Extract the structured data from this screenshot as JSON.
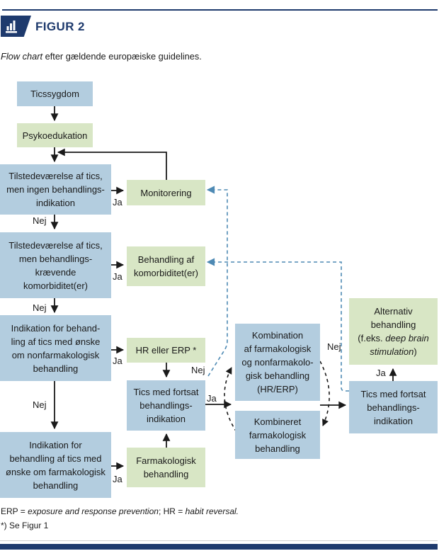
{
  "header": {
    "figure_label": "FIGUR 2",
    "caption_italic": "Flow chart",
    "caption_rest": " efter gældende europæiske guidelines."
  },
  "labels": {
    "yes": "Ja",
    "no": "Nej"
  },
  "nodes": {
    "ticssygdom": {
      "label": "Ticssygdom",
      "type": "blue"
    },
    "psykoedukation": {
      "label": "Psykoedukation",
      "type": "green"
    },
    "tics_no_indication": {
      "label": "Tilstedeværelse af tics,\nmen ingen behandlings-\nindikation",
      "type": "blue"
    },
    "monitorering": {
      "label": "Monitorering",
      "type": "green"
    },
    "tics_komorbiditet": {
      "label": "Tilstedeværelse af tics,\nmen behandlings-\nkrævende\nkomorbiditet(er)",
      "type": "blue"
    },
    "behandling_komorbiditet": {
      "label": "Behandling af\nkomorbiditet(er)",
      "type": "green"
    },
    "indikation_nonfarm": {
      "label": "Indikation for behand-\nling af tics med ønske\nom nonfarmakologisk\nbehandling",
      "type": "blue"
    },
    "hr_erp": {
      "label": "HR eller ERP *",
      "type": "green"
    },
    "tics_fortsat_left": {
      "label": "Tics med fortsat\nbehandlings-\nindikation",
      "type": "blue"
    },
    "farmakologisk": {
      "label": "Farmakologisk\nbehandling",
      "type": "green"
    },
    "indikation_farm": {
      "label": "Indikation for\nbehandling af tics med\nønske om farmakologisk\nbehandling",
      "type": "blue"
    },
    "kombination": {
      "label": "Kombination\naf farmakologisk\nog nonfarmakolo-\ngisk behandling\n(HR/ERP)",
      "type": "blue"
    },
    "kombineret": {
      "label": "Kombineret\nfarmakologisk\nbehandling",
      "type": "blue"
    },
    "alternativ": {
      "pre": "Alternativ\nbehandling\n(f.eks. ",
      "italic": "deep brain\nstimulation",
      "post": ")",
      "type": "green"
    },
    "tics_fortsat_right": {
      "label": "Tics med fortsat\nbehandlings-\nindikation",
      "type": "blue"
    }
  },
  "footnotes": {
    "abbr_pre": "ERP = ",
    "abbr_italic1": "exposure and response prevention",
    "abbr_mid": "; HR = ",
    "abbr_italic2": "habit reversal.",
    "see_figure": "*) Se Figur 1"
  },
  "colors": {
    "navy": "#1e3a6d",
    "box_blue": "#b3cddf",
    "box_green": "#d8e6c5",
    "dashed_blue": "#4e8ab4",
    "ink": "#1a1a1a"
  }
}
